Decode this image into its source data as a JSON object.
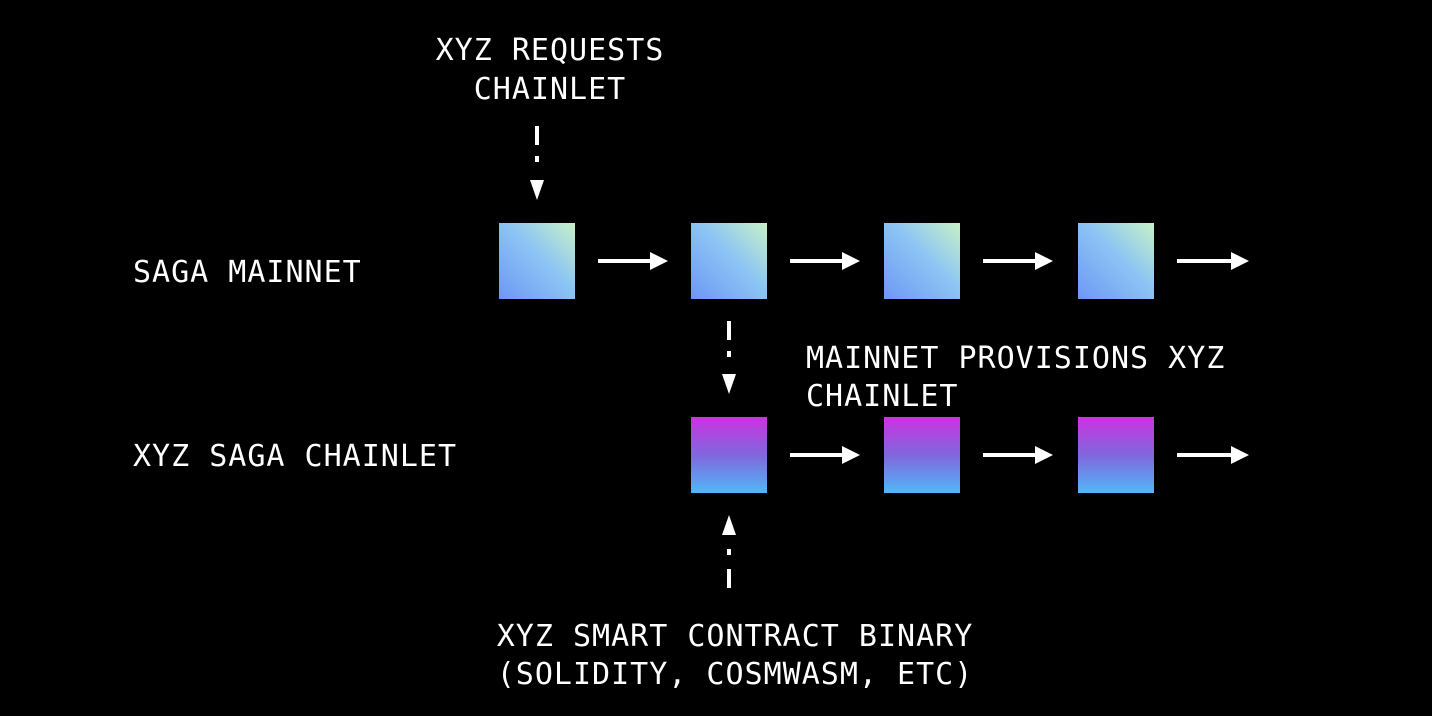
{
  "colors": {
    "background": "#000000",
    "foreground": "#ffffff",
    "mainnet_block_top_right": "#c7f1c6",
    "mainnet_block_mid": "#8cc5f4",
    "mainnet_block_bottom_left": "#6e97f5",
    "chainlet_block_top": "#cc33e0",
    "chainlet_block_mid": "#8066de",
    "chainlet_block_bottom": "#52b8f6"
  },
  "labels": {
    "request_line1": "XYZ REQUESTS",
    "request_line2": "CHAINLET",
    "mainnet_row": "SAGA MAINNET",
    "chainlet_row": "XYZ SAGA CHAINLET",
    "provision_line1": "MAINNET PROVISIONS XYZ",
    "provision_line2": "CHAINLET",
    "binary_line1": "XYZ SMART CONTRACT BINARY",
    "binary_line2": "(SOLIDITY, COSMWASM, ETC)"
  },
  "rows": {
    "mainnet": {
      "block_count": 4,
      "block_style": "mainnet"
    },
    "chainlet": {
      "block_count": 3,
      "block_style": "chainlet"
    }
  },
  "flows": [
    {
      "from": "request",
      "to": "mainnet-block-1",
      "style": "dashed"
    },
    {
      "from": "mainnet-block-2",
      "to": "chainlet-block-1",
      "style": "dashed"
    },
    {
      "from": "binary",
      "to": "chainlet-block-1",
      "style": "dashed"
    }
  ]
}
